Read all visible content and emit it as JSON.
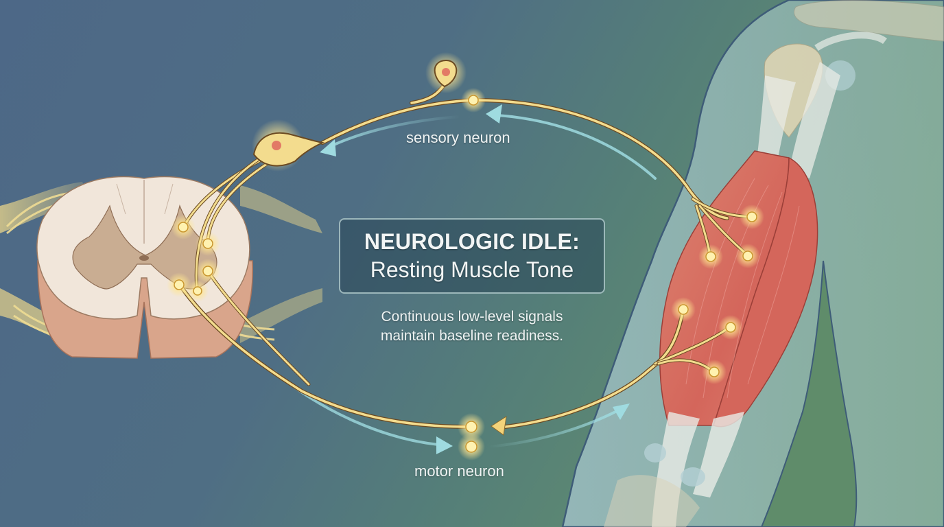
{
  "title": {
    "line1": "NEUROLOGIC IDLE:",
    "line2": "Resting Muscle Tone"
  },
  "subtitle": {
    "line1": "Continuous low-level signals",
    "line2": "maintain baseline readiness."
  },
  "labels": {
    "sensory": "sensory neuron",
    "motor": "motor neuron"
  },
  "structures": {
    "left": "spinal-cord-cross-section",
    "right": "upper-arm-biceps-muscle",
    "pathway": "reflex-arc-loop"
  },
  "colors": {
    "background_blue": "#4f6b88",
    "background_green": "#5f8c6a",
    "nerve_yellow": "#f3dc8e",
    "signal_glow": "#fff2b0",
    "arrow_cyan": "#9fdbe0",
    "arrow_yellow": "#f3d37a",
    "muscle_red": "#d9675c",
    "cord_white": "#f1e6da",
    "cord_grey_matter": "#c9ad92",
    "cell_nucleus": "#e27a66",
    "skin_outline": "#3e5c78"
  }
}
